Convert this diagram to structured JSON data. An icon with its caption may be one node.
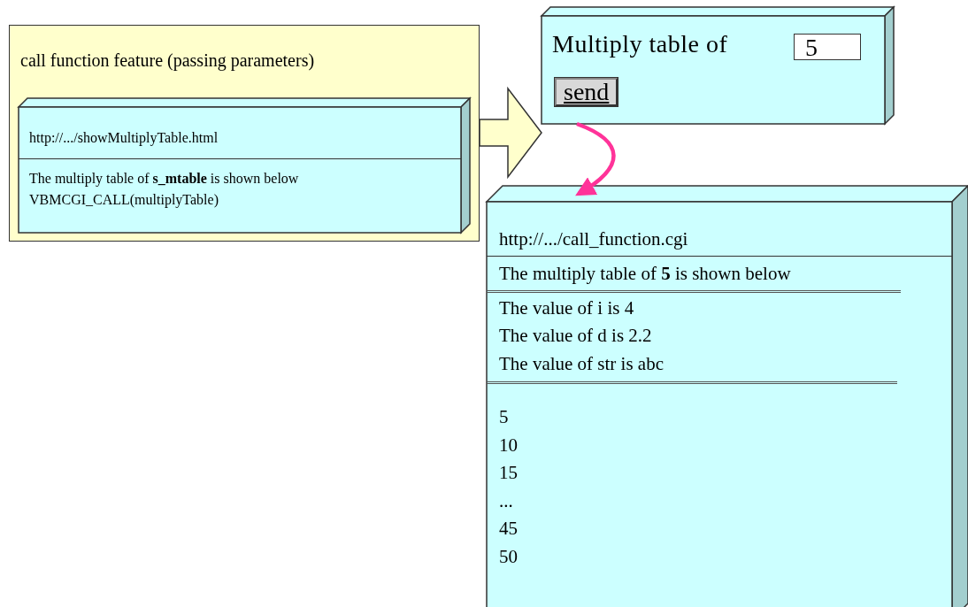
{
  "diagram": {
    "nodes": [
      {
        "text": [
          "call function feature (passing parameters)"
        ]
      },
      {
        "text": [
          "http://.../showMultiplyTable.html",
          "The multiply table of **s_mtable** is shown below",
          "VBMCGI_CALL(multiplyTable)"
        ],
        "in": 0
      },
      {
        "text": [
          "Multiply table of",
          "5",
          "send"
        ]
      },
      {
        "text": [
          "http://.../call_function.cgi",
          "The multiply table of **5** is shown below",
          "The value of i is 4",
          "The value of d is 2.2",
          "The value of str is abc",
          "5",
          "10",
          "15",
          "...",
          "45",
          "50"
        ]
      }
    ],
    "edges": [
      {
        "from": 0,
        "to": 2,
        "arrow": "to"
      },
      {
        "from": 2,
        "to": 3,
        "arrow": "to",
        "color": "#ff3399"
      }
    ]
  }
}
